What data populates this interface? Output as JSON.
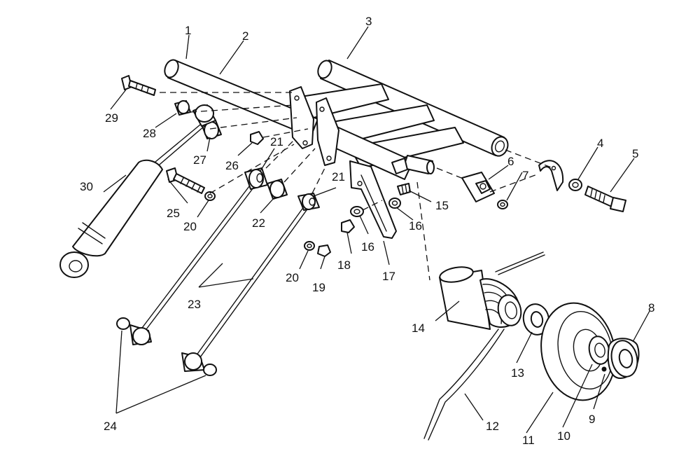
{
  "diagram": {
    "callouts": [
      {
        "id": "c1",
        "label": "1"
      },
      {
        "id": "c2",
        "label": "2"
      },
      {
        "id": "c3",
        "label": "3"
      },
      {
        "id": "c4",
        "label": "4"
      },
      {
        "id": "c5",
        "label": "5"
      },
      {
        "id": "c6",
        "label": "6"
      },
      {
        "id": "c7",
        "label": "7"
      },
      {
        "id": "c8",
        "label": "8"
      },
      {
        "id": "c9",
        "label": "9"
      },
      {
        "id": "c10",
        "label": "10"
      },
      {
        "id": "c11",
        "label": "11"
      },
      {
        "id": "c12",
        "label": "12"
      },
      {
        "id": "c13",
        "label": "13"
      },
      {
        "id": "c14",
        "label": "14"
      },
      {
        "id": "c15",
        "label": "15"
      },
      {
        "id": "c16a",
        "label": "16"
      },
      {
        "id": "c16b",
        "label": "16"
      },
      {
        "id": "c17",
        "label": "17"
      },
      {
        "id": "c18",
        "label": "18"
      },
      {
        "id": "c19",
        "label": "19"
      },
      {
        "id": "c20a",
        "label": "20"
      },
      {
        "id": "c20b",
        "label": "20"
      },
      {
        "id": "c21a",
        "label": "21"
      },
      {
        "id": "c21b",
        "label": "21"
      },
      {
        "id": "c22",
        "label": "22"
      },
      {
        "id": "c23",
        "label": "23"
      },
      {
        "id": "c24",
        "label": "24"
      },
      {
        "id": "c25",
        "label": "25"
      },
      {
        "id": "c26",
        "label": "26"
      },
      {
        "id": "c27",
        "label": "27"
      },
      {
        "id": "c28",
        "label": "28"
      },
      {
        "id": "c29",
        "label": "29"
      },
      {
        "id": "c30",
        "label": "30"
      }
    ]
  }
}
